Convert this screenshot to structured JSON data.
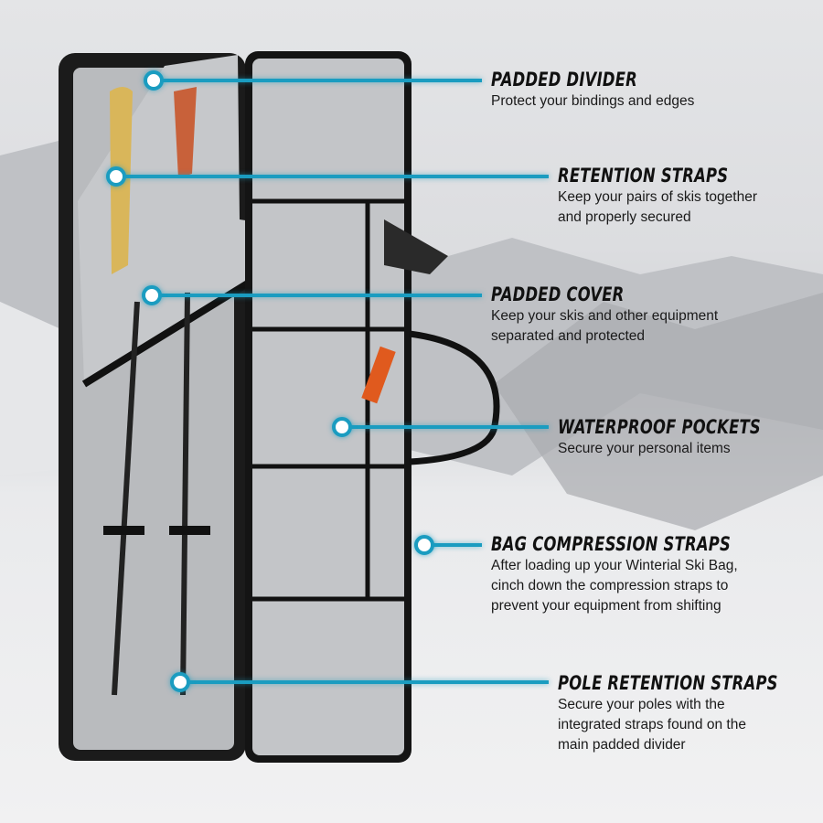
{
  "accent_color": "#1a9cc0",
  "callouts": [
    {
      "title": "PADDED DIVIDER",
      "lines": [
        "Protect your bindings and edges"
      ]
    },
    {
      "title": "RETENTION STRAPS",
      "lines": [
        "Keep your pairs of skis together",
        "and properly secured"
      ]
    },
    {
      "title": "PADDED COVER",
      "lines": [
        "Keep your skis and other equipment",
        "separated and protected"
      ]
    },
    {
      "title": "WATERPROOF POCKETS",
      "lines": [
        "Secure your personal items"
      ]
    },
    {
      "title": "BAG COMPRESSION STRAPS",
      "lines": [
        "After loading up your Winterial Ski Bag,",
        "cinch down the compression straps to",
        "prevent your equipment from shifting"
      ]
    },
    {
      "title": "POLE RETENTION STRAPS",
      "lines": [
        "Secure your poles with the",
        "integrated straps found on the",
        "main padded divider"
      ]
    }
  ]
}
